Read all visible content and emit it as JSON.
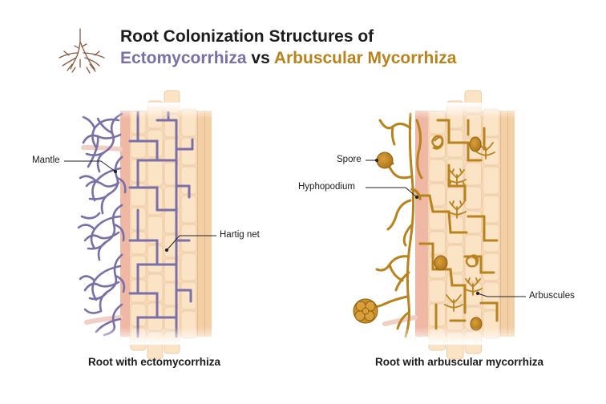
{
  "title": {
    "line1": "Root Colonization Structures of",
    "ecto": "Ectomycorrhiza",
    "vs": "vs",
    "am": "Arbuscular Mycorrhiza"
  },
  "left_panel": {
    "caption": "Root with ectomycorrhiza",
    "labels": {
      "mantle": "Mantle",
      "hartig_net": "Hartig net"
    }
  },
  "right_panel": {
    "caption": "Root with arbuscular mycorrhiza",
    "labels": {
      "spore": "Spore",
      "hyphopodium": "Hyphopodium",
      "arbuscules": "Arbuscules"
    }
  },
  "colors": {
    "ecto_purple": "#7b6fa8",
    "am_gold": "#b8821c",
    "cell_fill": "#f9dfc0",
    "epidermis": "#efb8a4",
    "root_icon": "#8a5a44"
  }
}
